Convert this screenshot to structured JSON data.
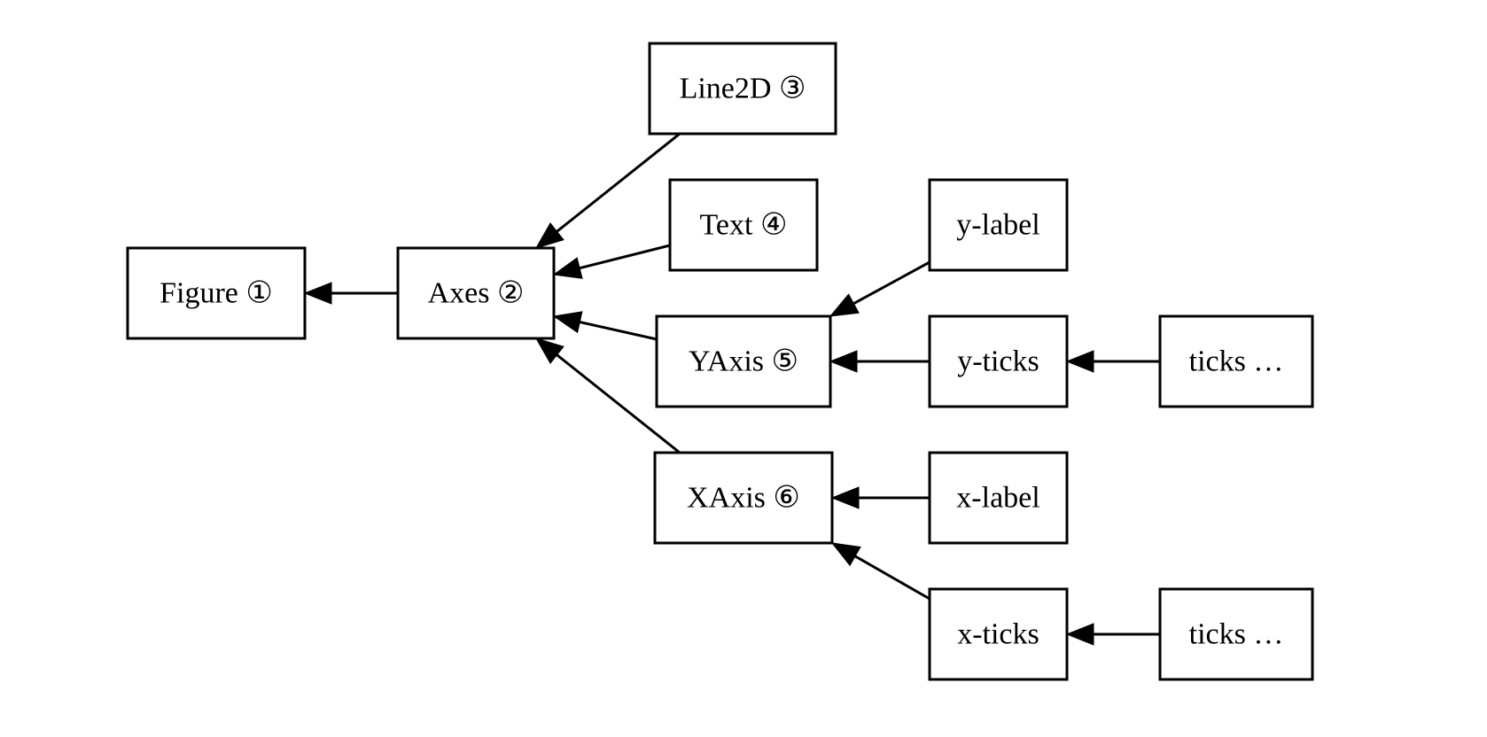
{
  "diagram": {
    "nodes": [
      {
        "id": "figure",
        "label": "Figure ①"
      },
      {
        "id": "axes",
        "label": "Axes ②"
      },
      {
        "id": "line2d",
        "label": "Line2D ③"
      },
      {
        "id": "text",
        "label": "Text ④"
      },
      {
        "id": "yaxis",
        "label": "YAxis ⑤"
      },
      {
        "id": "xaxis",
        "label": "XAxis ⑥"
      },
      {
        "id": "ylabel",
        "label": "y-label"
      },
      {
        "id": "yticks",
        "label": "y-ticks"
      },
      {
        "id": "ticks-y",
        "label": "ticks …"
      },
      {
        "id": "xlabel",
        "label": "x-label"
      },
      {
        "id": "xticks",
        "label": "x-ticks"
      },
      {
        "id": "ticks-x",
        "label": "ticks …"
      }
    ],
    "edges": [
      {
        "from": "axes",
        "to": "figure"
      },
      {
        "from": "line2d",
        "to": "axes"
      },
      {
        "from": "text",
        "to": "axes"
      },
      {
        "from": "yaxis",
        "to": "axes"
      },
      {
        "from": "xaxis",
        "to": "axes"
      },
      {
        "from": "ylabel",
        "to": "yaxis"
      },
      {
        "from": "yticks",
        "to": "yaxis"
      },
      {
        "from": "ticks-y",
        "to": "yticks"
      },
      {
        "from": "xlabel",
        "to": "xaxis"
      },
      {
        "from": "xticks",
        "to": "xaxis"
      },
      {
        "from": "ticks-x",
        "to": "xticks"
      }
    ]
  }
}
